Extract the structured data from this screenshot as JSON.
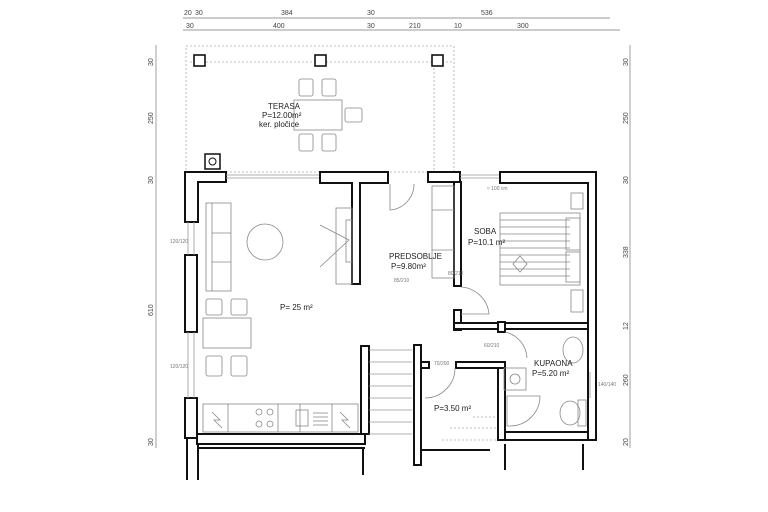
{
  "drawing": {
    "title": "Floor plan",
    "colors": {
      "wall": "#111111",
      "furniture": "#888888",
      "dimension": "#777777",
      "background": "#ffffff"
    }
  },
  "dimensions": {
    "top_row1": {
      "a": "20",
      "b": "30",
      "c": "384",
      "d": "30",
      "e": "536"
    },
    "top_row2": {
      "a": "30",
      "b": "400",
      "c": "30",
      "d": "210",
      "e": "10",
      "f": "300"
    },
    "left": {
      "a": "30",
      "b": "250",
      "c": "30",
      "d": "610",
      "e": "30"
    },
    "right": {
      "a": "30",
      "b": "250",
      "c": "30",
      "d": "338",
      "e": "12",
      "f": "260",
      "g": "20"
    },
    "window_left_1": "120/120",
    "window_left_2": "120/120",
    "bath_window": "140/140",
    "soba_window_width": "≈ 100 cm",
    "door_predsoblje": "85/210",
    "door_kupaona": "60/210",
    "door_storage": "70/200",
    "door_soba": "80/210"
  },
  "rooms": {
    "terasa": {
      "name": "TERASA",
      "area": "P=12.00m²",
      "note": "ker. pločice"
    },
    "living": {
      "area": "P= 25 m²"
    },
    "predsoblje": {
      "name": "PREDSOBLJE",
      "area": "P=9.80m²"
    },
    "soba": {
      "name": "SOBA",
      "area": "P=10.1 m²"
    },
    "kupaona": {
      "name": "KUPAONA",
      "area": "P=5.20 m²"
    },
    "storage": {
      "area": "P=3.50 m²"
    }
  }
}
